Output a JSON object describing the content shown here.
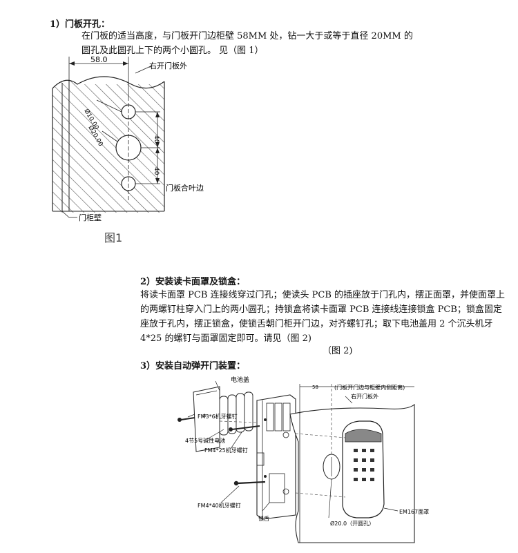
{
  "section1": {
    "heading": "1）门板开孔：",
    "line1": "在门板的适当高度，与门板开门边柜壁 58MM 处，钻一大于或等于直径 20MM 的",
    "line2": "圆孔及此圆孔上下的两个小圆孔。    见（图 1）"
  },
  "fig1": {
    "dim_width": "58.0",
    "label_door_outer": "右开门板外",
    "label_hole_small": "Ø10.00",
    "label_hole_large": "Ø20.00",
    "dim_spacing_upper": "40",
    "dim_spacing_lower": "40",
    "label_door_edge": "门板合叶边",
    "label_cabinet_wall": "门柜壁",
    "caption": "图1"
  },
  "section2": {
    "heading": "2）安装读卡面罩及锁盒：",
    "lines": [
      "将读卡面罩 PCB 连接线穿过门孔；使读头 PCB 的插座放于门孔内，摆正面罩，并使面罩上",
      "的两螺钉柱穿入门上的两小圆孔；持锁盒将读卡面罩 PCB 连接线连接锁盒 PCB；锁盒固定",
      "座放于孔内，摆正锁盒，使锁舌朝门柜开门边，对齐螺钉孔；取下电池盖用 2 个沉头机牙",
      "4*25 的螺钉与面罩固定即可。请见（图 2)"
    ],
    "caption": "（图 2)"
  },
  "section3": {
    "heading": "3）安装自动弹开门装置："
  },
  "fig2": {
    "label_battery_cover": "电池盖",
    "label_screw_fm3x6": "FM3*6机牙螺钉",
    "label_batteries": "4节5号碱性电池",
    "label_screw_fm4x25": "FM4*25机牙螺钉",
    "label_screw_fm4x40": "FM4*40机牙螺钉",
    "label_lock_tongue": "锁舌",
    "label_dim_note": "(门板开门边与柜壁内侧距离)",
    "label_door_outer": "右开门板外",
    "dim_value": "58",
    "label_hole": "Ø20.0（开圆孔）",
    "label_face_plate": "EM167面罩"
  }
}
